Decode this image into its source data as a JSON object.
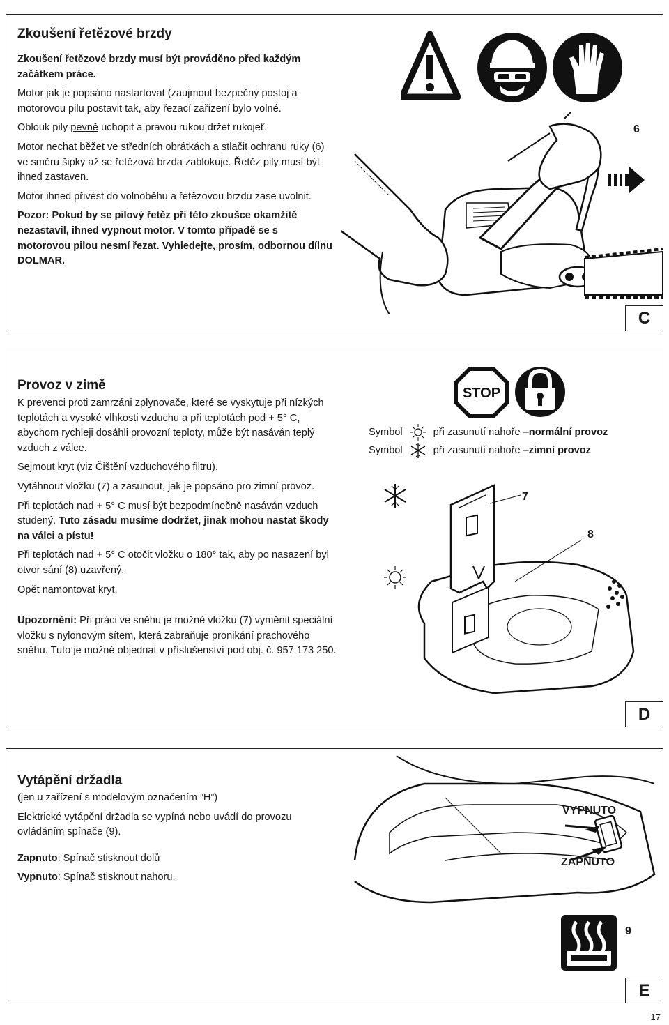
{
  "section_c": {
    "title": "Zkoušení řetězové brzdy",
    "p1": "Zkoušení řetězové brzdy musí být prováděno před každým začátkem práce.",
    "p2": "Motor jak je popsáno nastartovat (zaujmout bezpečný postoj a motorovou pilu postavit tak, aby řezací zařízení bylo volné.",
    "p3_pre": "Oblouk pily ",
    "p3_u": "pevně",
    "p3_post": " uchopit a pravou rukou držet rukojeť.",
    "p4_pre": "Motor nechat běžet ve středních obrátkách a ",
    "p4_u": "stlačit",
    "p4_post": " ochranu ruky (6) ve směru šipky až se řetězová brzda zablokuje. Řetěz pily musí být ihned zastaven.",
    "p5": "Motor ihned přivést do volnoběhu a řetězovou brzdu zase uvolnit.",
    "p6_pre": "Pozor: Pokud by se pilový řetěz při této zkoušce okamžitě nezastavil, ihned vypnout motor. V tomto případě se s motorovou pilou ",
    "p6_u1": "nesmí",
    "p6_mid": " ",
    "p6_u2": "řezat",
    "p6_post": ". Vyhledejte, prosím, odbornou dílnu DOLMAR.",
    "callout": "6",
    "letter": "C"
  },
  "section_d": {
    "title": "Provoz v zimě",
    "p1": "K prevenci proti zamrzáni zplynovače, které se vyskytuje při nízkých teplotách a vysoké vlhkosti vzduchu a při teplotách pod + 5° C, abychom rychleji dosáhli provozní teploty, může být nasáván teplý vzduch z válce.",
    "p2": "Sejmout kryt (viz Čištění vzduchového filtru).",
    "p3": "Vytáhnout vložku (7) a zasunout, jak je popsáno pro zimní provoz.",
    "p4_pre": "Při teplotách nad + 5° C musí být bezpodmínečně nasáván vzduch studený. ",
    "p4_b": "Tuto zásadu musíme dodržet, jinak mohou nastat škody na válci a pístu!",
    "p5": "Při teplotách nad + 5° C otočit vložku o 180° tak, aby po nasazení byl otvor sání (8) uzavřený.",
    "p6": "Opět namontovat kryt.",
    "note_label": "Upozornění:",
    "note_text": " Při práci ve sněhu je možné vložku (7) vyměnit speciální vložku s nylonovým sítem, která zabraňuje pronikání prachového sněhu. Tuto je možné objednat v příslušenství pod obj. č. 957 173 250.",
    "stop_label": "STOP",
    "sym1_word": "Symbol",
    "sym1_text": "při zasunutí nahoře – ",
    "sym1_bold": "normální provoz",
    "sym2_word": "Symbol",
    "sym2_text": "při zasunutí nahoře – ",
    "sym2_bold": "zimní provoz",
    "callout7": "7",
    "callout8": "8",
    "letter": "D"
  },
  "section_e": {
    "title": "Vytápění držadla",
    "p1": "(jen u zařízení s modelovým označením ”H”)",
    "p2": "Elektrické vytápění držadla se vypíná nebo uvádí do provozu ovládáním spínače (9).",
    "on_label": "Zapnuto",
    "on_text": ": Spínač stisknout dolů",
    "off_label": "Vypnuto",
    "off_text": ": Spínač stisknout nahoru.",
    "fig_off": "VYPNUTO",
    "fig_on": "ZAPNUTO",
    "callout9": "9",
    "letter": "E"
  },
  "page_number": "17",
  "icons": [
    "warning-triangle-icon",
    "helmet-goggles-icon",
    "gloves-icon",
    "stop-sign-icon",
    "padlock-icon",
    "sun-icon",
    "snowflake-icon",
    "heated-handle-icon"
  ]
}
